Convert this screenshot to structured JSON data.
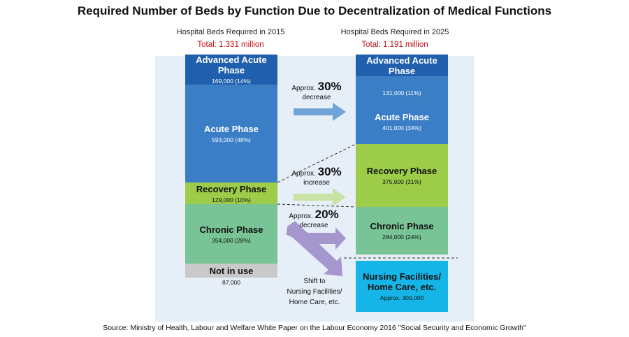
{
  "title": "Required Number of Beds by Function Due to Decentralization of Medical Functions",
  "source": "Source: Ministry of Health, Labour and Welfare White Paper on the Labour Economy 2016 \"Social Security and Economic Growth\"",
  "colors": {
    "advanced": "#1f5fad",
    "acute": "#3a7ec6",
    "recovery": "#9ccc48",
    "chronic": "#78c496",
    "not_in_use": "#c9c9c9",
    "nursing": "#16b5e8",
    "total_text": "#c0141b",
    "arrow_acute": "#6fa5d6",
    "arrow_recovery": "#c8e3a5",
    "arrow_chronic": "#a596ce"
  },
  "chart_data": {
    "type": "bar",
    "categories": [
      "Hospital Beds Required in 2015",
      "Hospital Beds Required in 2025"
    ],
    "totals": [
      "Total: 1.331 million",
      "Total: 1.191 million"
    ],
    "series": [
      {
        "name": "Advanced Acute Phase",
        "values": [
          169000,
          131000
        ],
        "value_labels": [
          "169,000 (14%)",
          "131,000 (11%)"
        ]
      },
      {
        "name": "Acute Phase",
        "values": [
          593000,
          401000
        ],
        "value_labels": [
          "593,000 (48%)",
          "401,000 (34%)"
        ]
      },
      {
        "name": "Recovery Phase",
        "values": [
          129000,
          375000
        ],
        "value_labels": [
          "129,000 (10%)",
          "375,000 (31%)"
        ]
      },
      {
        "name": "Chronic Phase",
        "values": [
          354000,
          284000
        ],
        "value_labels": [
          "354,000 (28%)",
          "284,000 (24%)"
        ]
      },
      {
        "name": "Not in use",
        "values": [
          87000,
          null
        ],
        "value_labels": [
          "87,000",
          ""
        ]
      },
      {
        "name": "Nursing Facilities/ Home Care, etc.",
        "values": [
          null,
          300000
        ],
        "value_labels": [
          "",
          "Approx. 300,000"
        ]
      }
    ],
    "annotations": {
      "acute": {
        "prefix": "Approx.",
        "pct": "30%",
        "word": "decrease"
      },
      "recovery": {
        "prefix": "Approx.",
        "pct": "30%",
        "word": "increase"
      },
      "chronic": {
        "prefix": "Approx.",
        "pct": "20%",
        "word": "decrease"
      },
      "shift": [
        "Shift to",
        "Nursing Facilities/",
        "Home Care, etc."
      ]
    }
  }
}
